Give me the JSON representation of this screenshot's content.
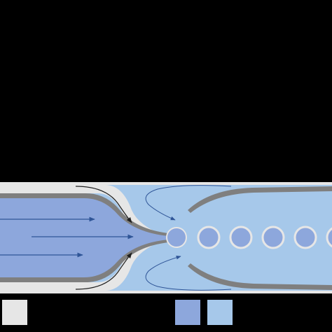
{
  "colors": {
    "background": "#000000",
    "channel_wall": "#e6e6e6",
    "dispersed_phase": "#8da7dc",
    "continuous_phase": "#a6c8ea",
    "nozzle_wall": "#7f7f7f",
    "flow_arrow": "#2f5597",
    "streamline": "#404040",
    "droplet_outline": "#e6e6e6"
  },
  "diagram": {
    "type": "flow-focusing droplet generator",
    "droplet_count": 6,
    "inlet_arrow_count": 3,
    "sheath_arrow_count": 2,
    "recirculation_arrow_count": 2
  },
  "legend": {
    "items": [
      {
        "name": "wall-swatch",
        "color": "#e6e6e6"
      },
      {
        "name": "dispersed-phase-swatch",
        "color": "#8da7dc"
      },
      {
        "name": "continuous-phase-swatch",
        "color": "#a6c8ea"
      }
    ]
  }
}
